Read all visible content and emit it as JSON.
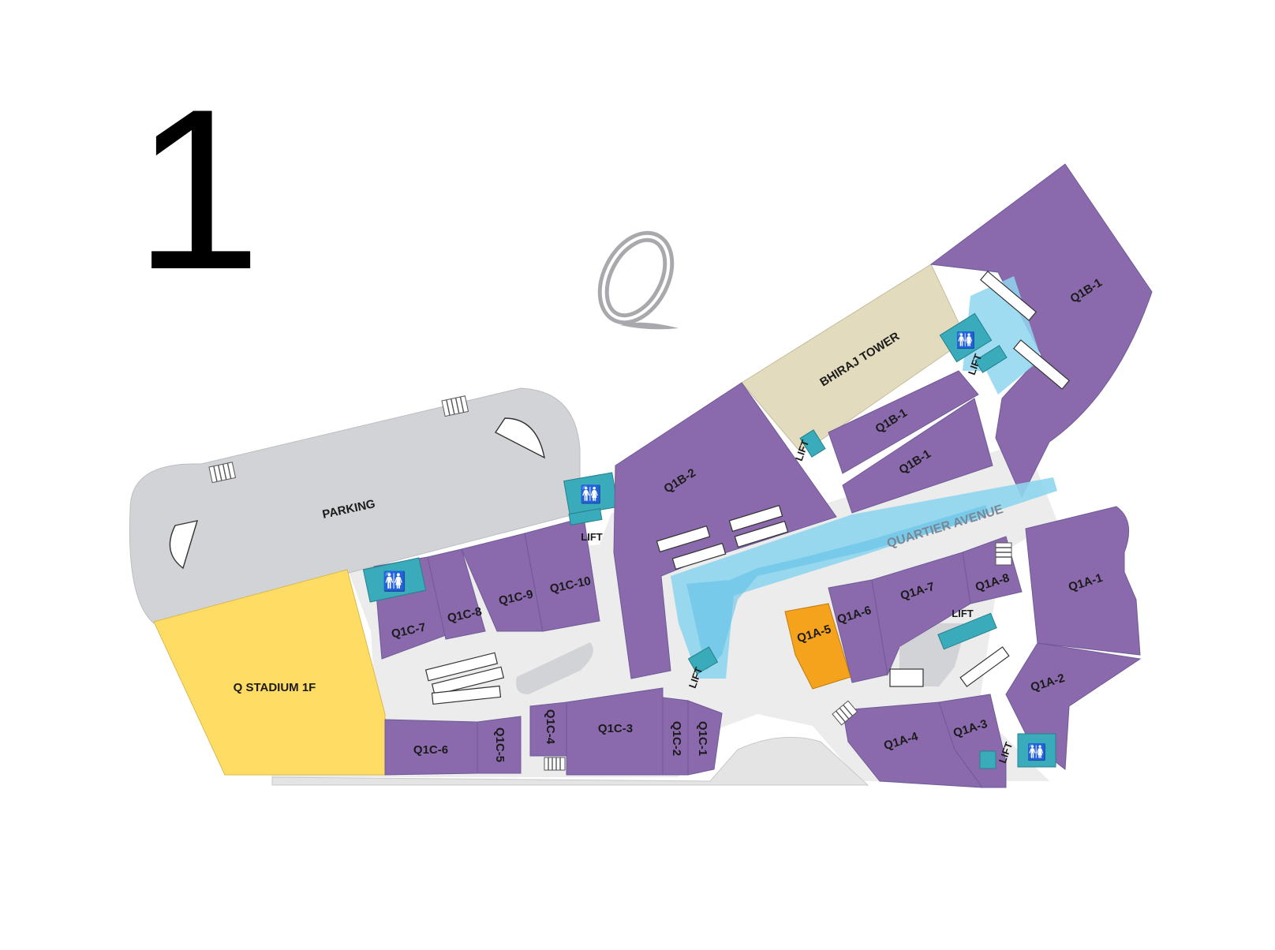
{
  "floor": {
    "number": "1"
  },
  "colors": {
    "shop": "#8a6aac",
    "parking": "#d1d3d6",
    "stadium": "#ffdd65",
    "tower": "#e3dbbd",
    "highlight": "#f5a21c",
    "facility": "#3aabba",
    "water": "#8fd6ee",
    "corridor": "#ececec"
  },
  "zones": {
    "parking": "PARKING",
    "stadium": "Q STADIUM 1F",
    "tower": "BHIRAJ TOWER",
    "avenue": "QUARTIER AVENUE"
  },
  "units": {
    "q1b1_main": "Q1B-1",
    "q1b1_small": "Q1B-1",
    "q1b1_lower": "Q1B-1",
    "q1b2": "Q1B-2",
    "q1c10": "Q1C-10",
    "q1c9": "Q1C-9",
    "q1c8": "Q1C-8",
    "q1c7": "Q1C-7",
    "q1c6": "Q1C-6",
    "q1c5": "Q1C-5",
    "q1c4": "Q1C-4",
    "q1c3": "Q1C-3",
    "q1c2": "Q1C-2",
    "q1c1": "Q1C-1",
    "q1a1": "Q1A-1",
    "q1a2": "Q1A-2",
    "q1a3": "Q1A-3",
    "q1a4": "Q1A-4",
    "q1a5": "Q1A-5",
    "q1a6": "Q1A-6",
    "q1a7": "Q1A-7",
    "q1a8": "Q1A-8"
  },
  "facilities": {
    "lift": "LIFT"
  },
  "icons": {
    "restroom": "restroom-icon",
    "logo": "q-logo-icon",
    "stairs": "stairs-icon",
    "escalator": "escalator-icon"
  }
}
